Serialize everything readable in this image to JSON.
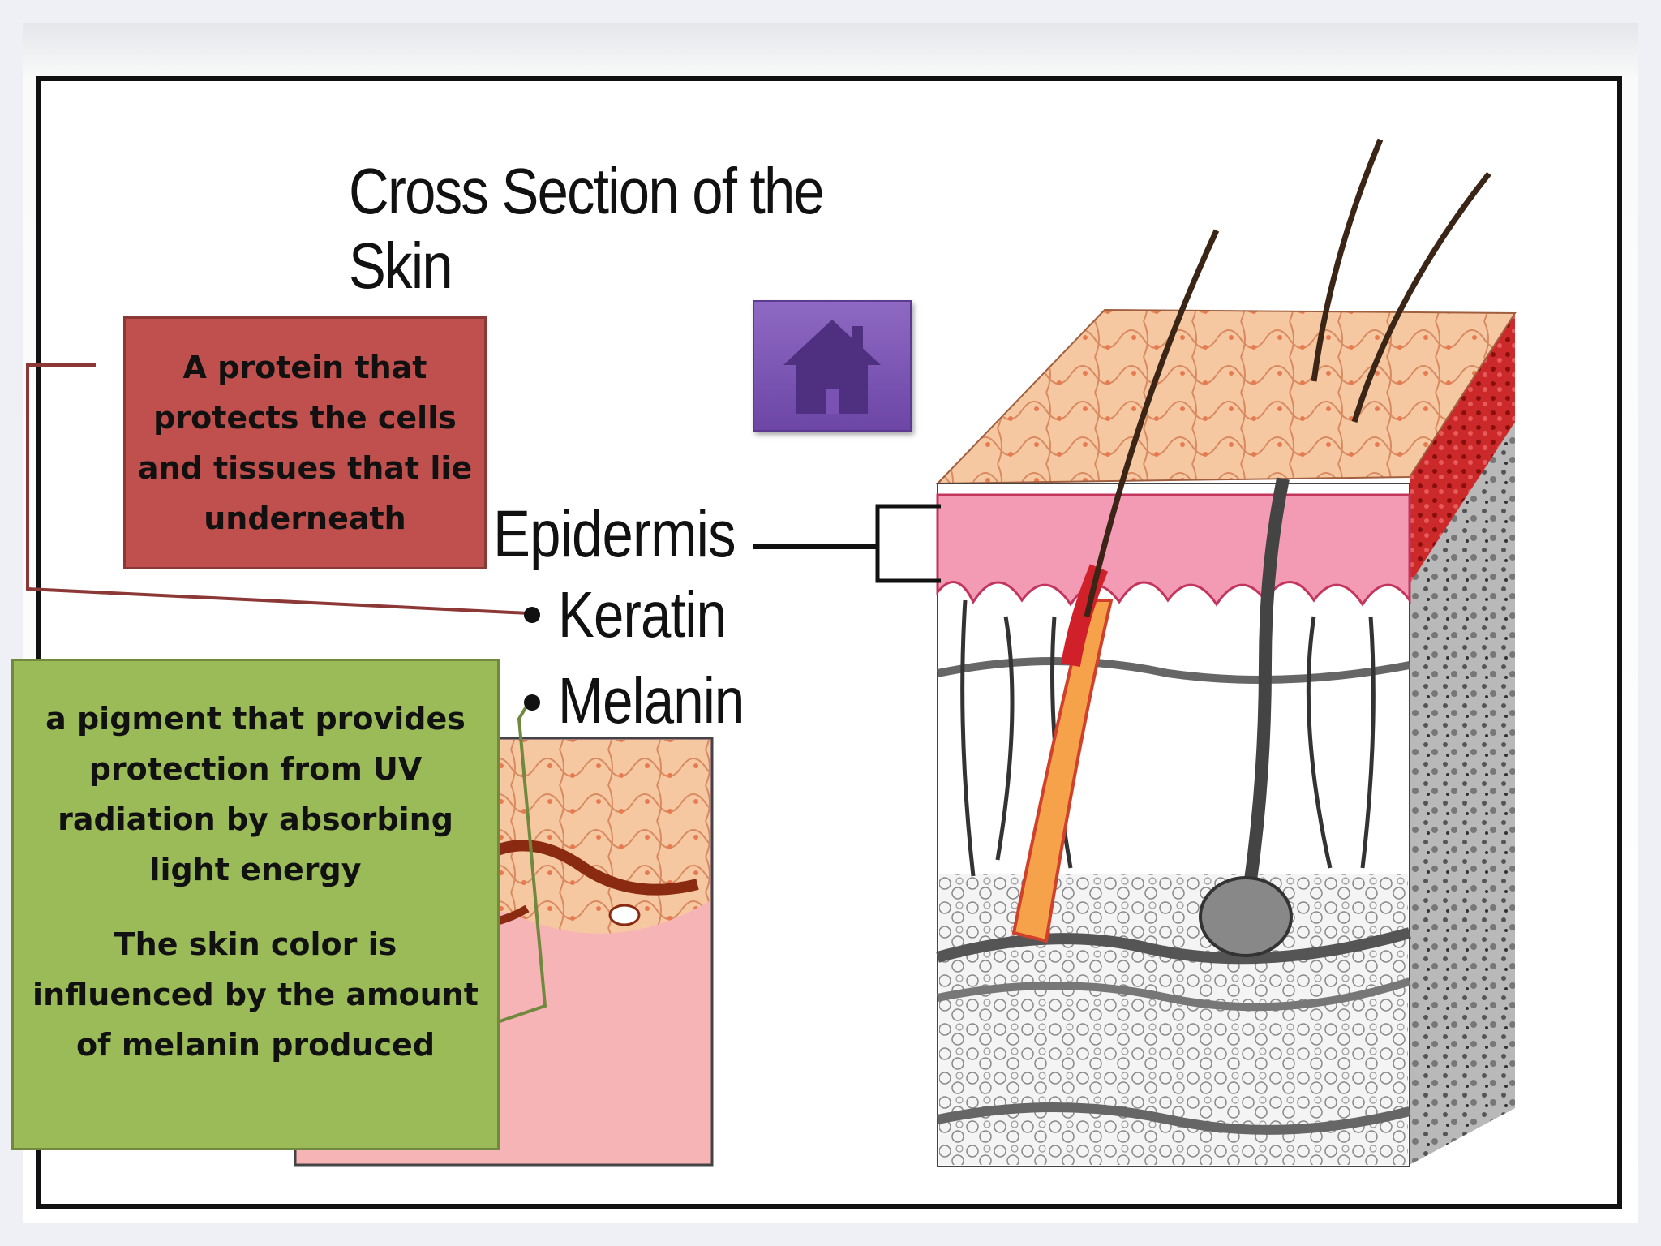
{
  "title": "Cross Section of the Skin",
  "labels": {
    "epidermis": "Epidermis",
    "keratin": "Keratin",
    "melanin": "Melanin"
  },
  "callouts": {
    "keratin_def": [
      "A protein that",
      "protects the cells",
      "and tissues that lie",
      "underneath"
    ],
    "melanin_def": [
      "a pigment that provides",
      "protection from UV",
      "radiation by absorbing",
      "light energy"
    ],
    "melanin_note": [
      "The skin color is",
      "influenced by the amount",
      "of melanin produced"
    ]
  },
  "home_button": {
    "icon": "home-icon"
  },
  "colors": {
    "keratin_callout": "#c0504d",
    "melanin_callout": "#9bbb59",
    "home_button": "#7a52b3"
  }
}
